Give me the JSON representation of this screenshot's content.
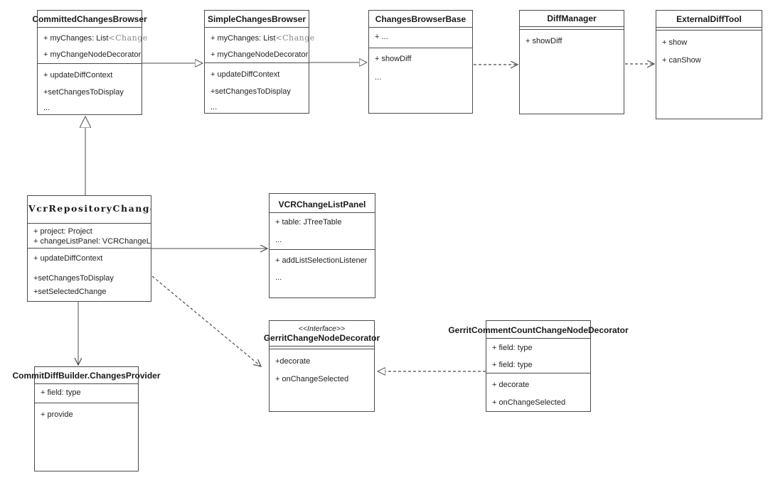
{
  "diagram": {
    "kind": "uml-class-diagram",
    "line_color": "#4b4b4b",
    "background": "#ffffff",
    "classes": {
      "committed": {
        "title": "CommittedChangesBrowser",
        "attr_mychanges_prefix": "+ myChanges: List",
        "attr_mychanges_generic": "<Change",
        "attr_decorator": "+ myChangeNodeDecorator",
        "m_update": "+ updateDiffContext",
        "m_setchanges": "+setChangesToDisplay",
        "more": "..."
      },
      "simple": {
        "title": "SimpleChangesBrowser",
        "attr_mychanges_prefix": "+ myChanges: List",
        "attr_mychanges_generic": "<Change",
        "attr_decorator": "+ myChangeNodeDecorator",
        "m_update": "+ updateDiffContext",
        "m_setchanges": "+setChangesToDisplay",
        "more": "..."
      },
      "base": {
        "title": "ChangesBrowserBase",
        "attr_more": "+ ...",
        "m_showdiff": "+ showDiff",
        "more": "..."
      },
      "diffmanager": {
        "title": "DiffManager",
        "m_showdiff": "+ showDiff"
      },
      "externaldifftool": {
        "title": "ExternalDiffTool",
        "m_show": "+ show",
        "m_canshow": "+ canShow"
      },
      "vcr": {
        "title": "VcrRepositoryChangesBrow",
        "attr_project": "+ project: Project",
        "attr_panel": "+ changeListPanel: VCRChangeLis",
        "m_update": "+ updateDiffContext",
        "m_setchanges": "+setChangesToDisplay",
        "m_setselected": "+setSelectedChange"
      },
      "panel": {
        "title": "VCRChangeListPanel",
        "attr_table": "+ table: JTreeTable",
        "attr_more": "...",
        "m_addlistener": "+ addListSelectionListener",
        "more": "..."
      },
      "gerrit_iface": {
        "stereotype": "<<Interface>>",
        "title": "GerritChangeNodeDecorator",
        "m_decorate": "+decorate",
        "m_onchange": "+ onChangeSelected"
      },
      "gerrit_count": {
        "title": "GerritCommentCountChangeNodeDecorator",
        "attr_field1": "+ field: type",
        "attr_field2": "+ field: type",
        "m_decorate": "+ decorate",
        "m_onchange": "+ onChangeSelected"
      },
      "provider": {
        "title": "CommitDiffBuilder.ChangesProvider",
        "attr_field1": "+ field: type",
        "m_provide": "+ provide"
      }
    },
    "relationships": [
      {
        "from": "CommittedChangesBrowser",
        "to": "SimpleChangesBrowser",
        "type": "generalization",
        "line": "solid"
      },
      {
        "from": "SimpleChangesBrowser",
        "to": "ChangesBrowserBase",
        "type": "generalization",
        "line": "solid"
      },
      {
        "from": "ChangesBrowserBase",
        "to": "DiffManager",
        "type": "dependency",
        "line": "dashed"
      },
      {
        "from": "DiffManager",
        "to": "ExternalDiffTool",
        "type": "dependency",
        "line": "dashed"
      },
      {
        "from": "VcrRepositoryChangesBrow",
        "to": "CommittedChangesBrowser",
        "type": "generalization",
        "line": "solid"
      },
      {
        "from": "VcrRepositoryChangesBrow",
        "to": "VCRChangeListPanel",
        "type": "association",
        "line": "solid"
      },
      {
        "from": "VcrRepositoryChangesBrow",
        "to": "CommitDiffBuilder.ChangesProvider",
        "type": "association",
        "line": "solid"
      },
      {
        "from": "VcrRepositoryChangesBrow",
        "to": "GerritChangeNodeDecorator",
        "type": "dependency",
        "line": "dashed"
      },
      {
        "from": "GerritCommentCountChangeNodeDecorator",
        "to": "GerritChangeNodeDecorator",
        "type": "realization",
        "line": "dashed"
      }
    ]
  }
}
